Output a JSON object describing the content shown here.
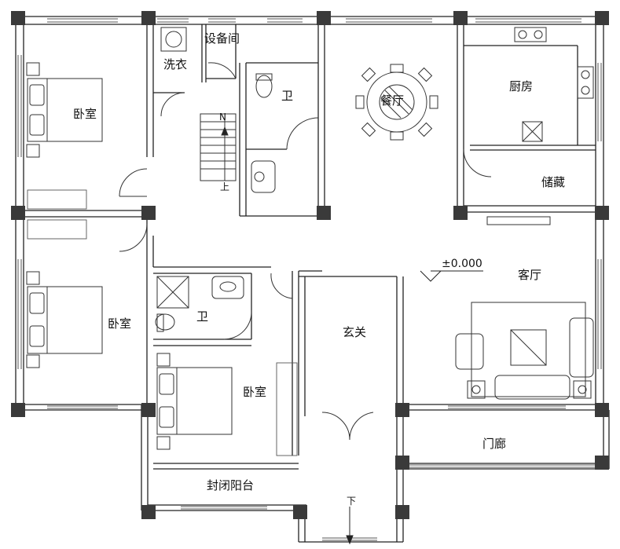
{
  "rooms": {
    "bedroom_nw": "卧室",
    "laundry": "洗衣",
    "equipment": "设备间",
    "bath_north": "卫",
    "dining": "餐厅",
    "kitchen": "厨房",
    "storage": "储藏",
    "bedroom_w": "卧室",
    "bath_south": "卫",
    "bedroom_s": "卧室",
    "foyer": "玄关",
    "living": "客厅",
    "porch": "门廊",
    "balcony": "封闭阳台"
  },
  "stair": {
    "north_mark": "N",
    "up": "上"
  },
  "entrance": {
    "down": "下"
  },
  "elevation": "±0.000"
}
